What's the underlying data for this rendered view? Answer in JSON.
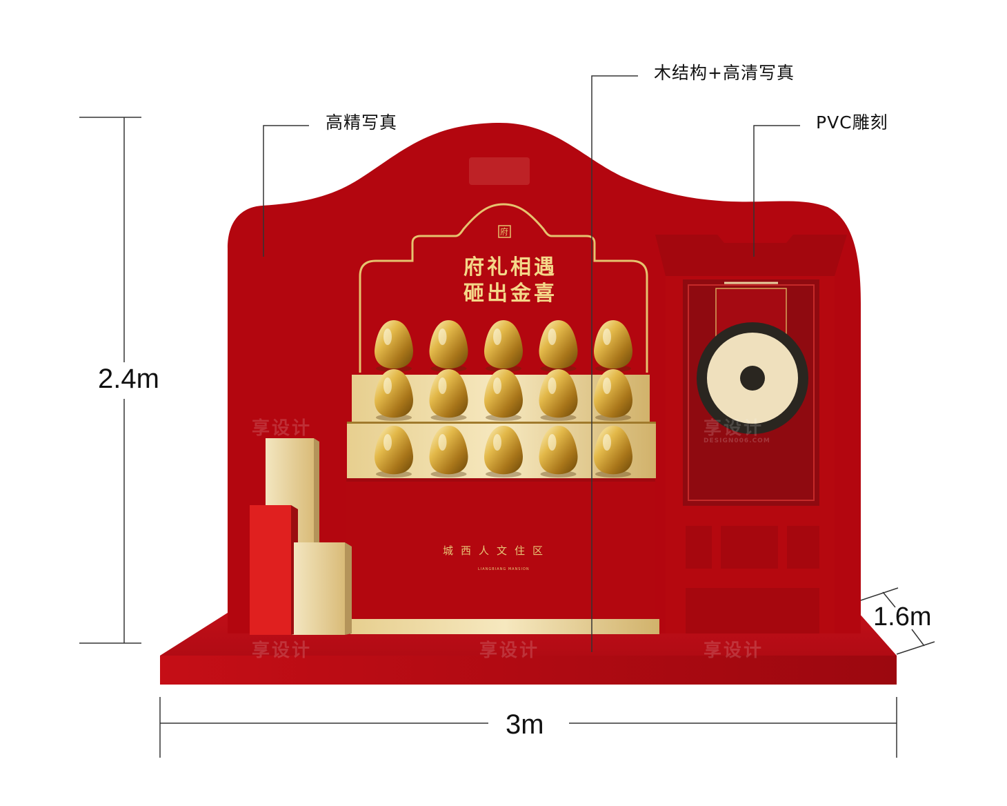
{
  "annotations": {
    "print_label": "高精写真",
    "wood_label": "木结构+高清写真",
    "pvc_label": "PVC雕刻"
  },
  "dimensions": {
    "height": "2.4m",
    "width": "3m",
    "depth": "1.6m"
  },
  "display": {
    "title_line1": "府礼相遇",
    "title_line2": "砸出金喜",
    "subtitle": "城西人文住区",
    "mini_text": "LIANGBIANG MANSION",
    "seal_glyph": "府"
  },
  "watermark": {
    "text": "享设计",
    "url": "DESIGN006.COM"
  },
  "colors": {
    "red_primary": "#b3060f",
    "red_dark": "#8f0a10",
    "gold": "#d9b86a",
    "gold_light": "#f1dfae",
    "gong_dark": "#2a2620",
    "gong_cream": "#efe0bd"
  },
  "layout": {
    "egg_rows": 3,
    "egg_columns": 5
  }
}
